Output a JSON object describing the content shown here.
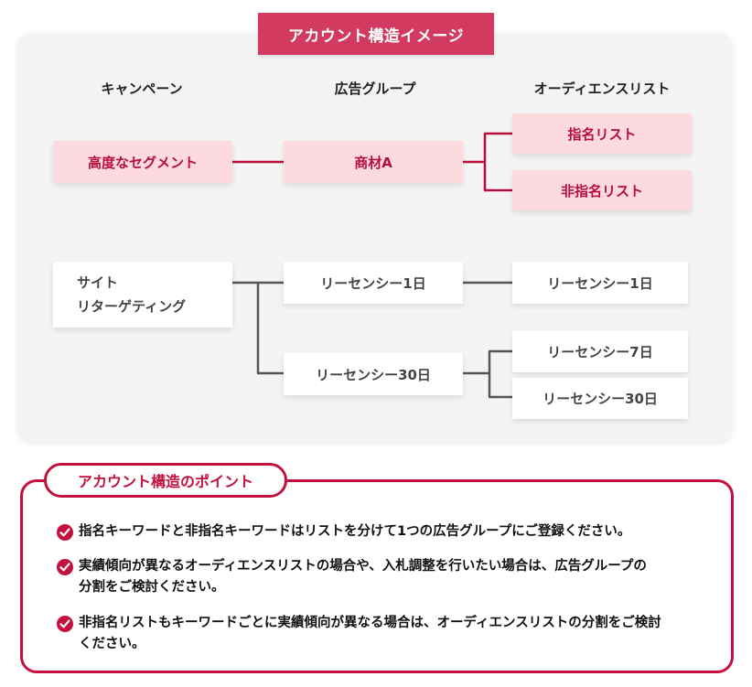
{
  "diagram": {
    "title": "アカウント構造イメージ",
    "columns": [
      "キャンペーン",
      "広告グループ",
      "オーディエンスリスト"
    ],
    "colors": {
      "accent": "#c4103e",
      "title_bg": "#d23a5f",
      "pink_node_bg": "#fdd9e0",
      "pink_node_text": "#b80e3e",
      "gray_line": "#555555",
      "panel_bg": "#f5f4f5"
    },
    "group1": {
      "campaign": "高度なセグメント",
      "ad_group": "商材A",
      "audiences": [
        "指名リスト",
        "非指名リスト"
      ]
    },
    "group2": {
      "campaign_line1": "サイト",
      "campaign_line2": "リターゲティング",
      "ad_groups": [
        {
          "label": "リーセンシー1日",
          "audiences": [
            "リーセンシー1日"
          ]
        },
        {
          "label": "リーセンシー30日",
          "audiences": [
            "リーセンシー7日",
            "リーセンシー30日"
          ]
        }
      ]
    }
  },
  "points": {
    "title": "アカウント構造のポイント",
    "icon": "check-circle-icon",
    "items": [
      {
        "line1": "指名キーワードと非指名キーワードはリストを分けて1つの広告グループにご登録ください。",
        "line2": ""
      },
      {
        "line1": "実績傾向が異なるオーディエンスリストの場合や、入札調整を行いたい場合は、広告グループの",
        "line2": "分割をご検討ください。"
      },
      {
        "line1": "非指名リストもキーワードごとに実績傾向が異なる場合は、オーディエンスリストの分割をご検討",
        "line2": "ください。"
      }
    ]
  }
}
